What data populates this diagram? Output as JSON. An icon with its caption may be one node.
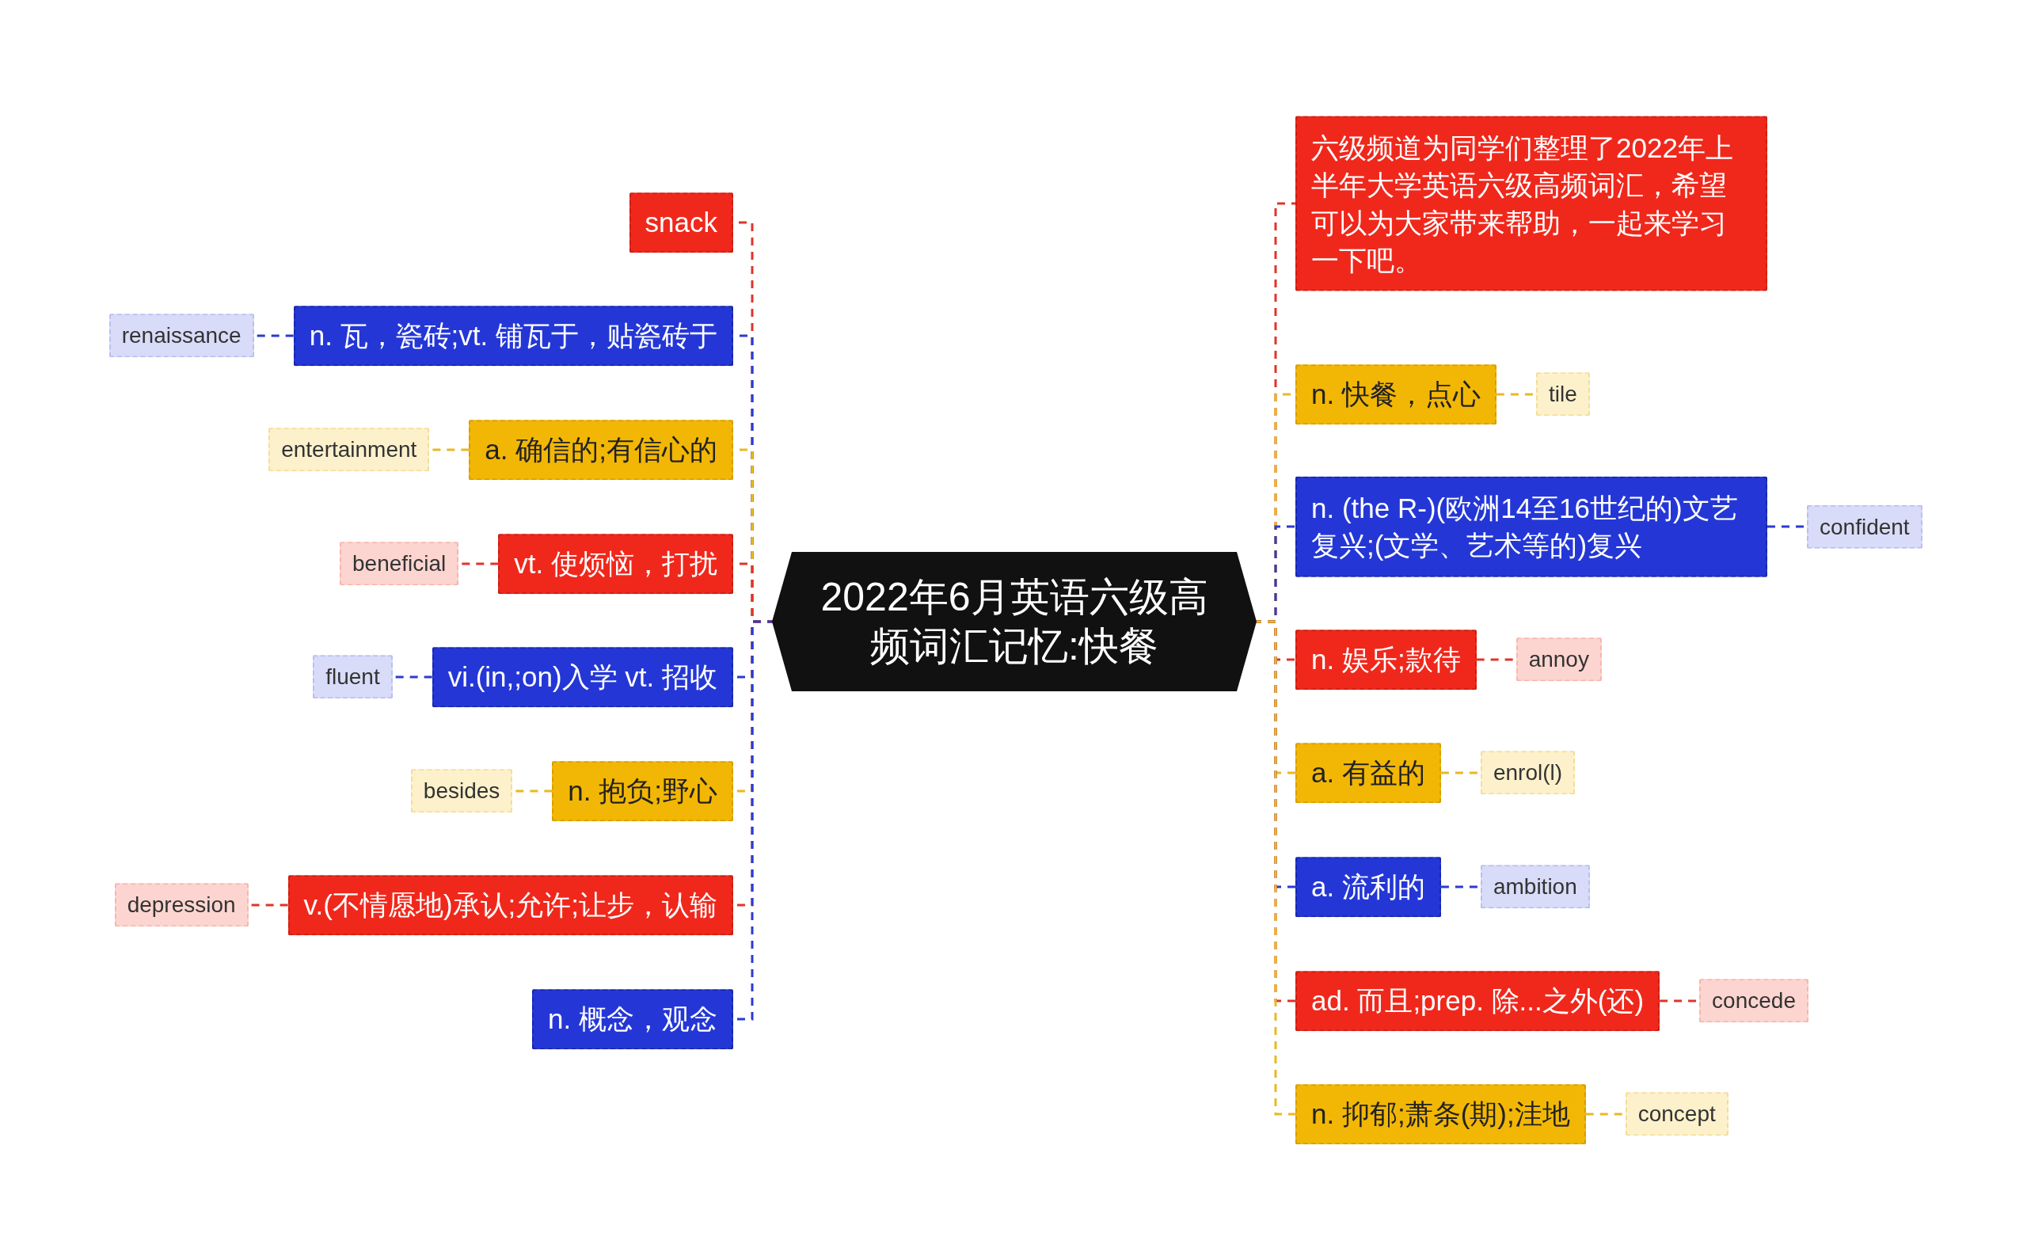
{
  "diagram": {
    "nodes": [
      {
        "text": [
          "2022年6月英语六级高频词汇记忆:快餐"
        ]
      },
      {
        "text": [
          "snack"
        ]
      },
      {
        "text": [
          "n. 瓦，瓷砖;vt. 铺瓦于，贴瓷砖于"
        ]
      },
      {
        "text": [
          "renaissance"
        ]
      },
      {
        "text": [
          "a. 确信的;有信心的"
        ]
      },
      {
        "text": [
          "entertainment"
        ]
      },
      {
        "text": [
          "vt. 使烦恼，打扰"
        ]
      },
      {
        "text": [
          "beneficial"
        ]
      },
      {
        "text": [
          "vi.(in,;on)入学 vt. 招收"
        ]
      },
      {
        "text": [
          "fluent"
        ]
      },
      {
        "text": [
          "n. 抱负;野心"
        ]
      },
      {
        "text": [
          "besides"
        ]
      },
      {
        "text": [
          "v.(不情愿地)承认;允许;让步，认输"
        ]
      },
      {
        "text": [
          "depression"
        ]
      },
      {
        "text": [
          "n. 概念，观念"
        ]
      },
      {
        "text": [
          "六级频道为同学们整理了2022年上半年大学英语六级高频词汇，希望可以为大家带来帮助，一起来学习一下吧。"
        ]
      },
      {
        "text": [
          "n. 快餐，点心"
        ]
      },
      {
        "text": [
          "tile"
        ]
      },
      {
        "text": [
          "n. (the R-)(欧洲14至16世纪的)文艺复兴;(文学、艺术等的)复兴"
        ]
      },
      {
        "text": [
          "confident"
        ]
      },
      {
        "text": [
          "n. 娱乐;款待"
        ]
      },
      {
        "text": [
          "annoy"
        ]
      },
      {
        "text": [
          "a. 有益的"
        ]
      },
      {
        "text": [
          "enrol(l)"
        ]
      },
      {
        "text": [
          "a. 流利的"
        ]
      },
      {
        "text": [
          "ambition"
        ]
      },
      {
        "text": [
          "ad. 而且;prep. 除...之外(还)"
        ]
      },
      {
        "text": [
          "concede"
        ]
      },
      {
        "text": [
          "n. 抑郁;萧条(期);洼地"
        ]
      },
      {
        "text": [
          "concept"
        ]
      }
    ],
    "edges": [
      {
        "from": 0,
        "to": 1,
        "arrow": "none",
        "style": "dashed",
        "color": "#e0342a"
      },
      {
        "from": 0,
        "to": 2,
        "arrow": "none",
        "style": "dashed",
        "color": "#2b3bd0"
      },
      {
        "from": 2,
        "to": 3,
        "arrow": "none",
        "style": "dashed",
        "color": "#2b3bd0"
      },
      {
        "from": 0,
        "to": 4,
        "arrow": "none",
        "style": "dashed",
        "color": "#e8b923"
      },
      {
        "from": 4,
        "to": 5,
        "arrow": "none",
        "style": "dashed",
        "color": "#e8b923"
      },
      {
        "from": 0,
        "to": 6,
        "arrow": "none",
        "style": "dashed",
        "color": "#e0342a"
      },
      {
        "from": 6,
        "to": 7,
        "arrow": "none",
        "style": "dashed",
        "color": "#e0342a"
      },
      {
        "from": 0,
        "to": 8,
        "arrow": "none",
        "style": "dashed",
        "color": "#2b3bd0"
      },
      {
        "from": 8,
        "to": 9,
        "arrow": "none",
        "style": "dashed",
        "color": "#2b3bd0"
      },
      {
        "from": 0,
        "to": 10,
        "arrow": "none",
        "style": "dashed",
        "color": "#e8b923"
      },
      {
        "from": 10,
        "to": 11,
        "arrow": "none",
        "style": "dashed",
        "color": "#e8b923"
      },
      {
        "from": 0,
        "to": 12,
        "arrow": "none",
        "style": "dashed",
        "color": "#e0342a"
      },
      {
        "from": 12,
        "to": 13,
        "arrow": "none",
        "style": "dashed",
        "color": "#e0342a"
      },
      {
        "from": 0,
        "to": 14,
        "arrow": "none",
        "style": "dashed",
        "color": "#2b3bd0"
      },
      {
        "from": 0,
        "to": 15,
        "arrow": "none",
        "style": "dashed",
        "color": "#e0342a"
      },
      {
        "from": 0,
        "to": 16,
        "arrow": "none",
        "style": "dashed",
        "color": "#e8b923"
      },
      {
        "from": 16,
        "to": 17,
        "arrow": "none",
        "style": "dashed",
        "color": "#e8b923"
      },
      {
        "from": 0,
        "to": 18,
        "arrow": "none",
        "style": "dashed",
        "color": "#2b3bd0"
      },
      {
        "from": 18,
        "to": 19,
        "arrow": "none",
        "style": "dashed",
        "color": "#2b3bd0"
      },
      {
        "from": 0,
        "to": 20,
        "arrow": "none",
        "style": "dashed",
        "color": "#e0342a"
      },
      {
        "from": 20,
        "to": 21,
        "arrow": "none",
        "style": "dashed",
        "color": "#e0342a"
      },
      {
        "from": 0,
        "to": 22,
        "arrow": "none",
        "style": "dashed",
        "color": "#e8b923"
      },
      {
        "from": 22,
        "to": 23,
        "arrow": "none",
        "style": "dashed",
        "color": "#e8b923"
      },
      {
        "from": 0,
        "to": 24,
        "arrow": "none",
        "style": "dashed",
        "color": "#2b3bd0"
      },
      {
        "from": 24,
        "to": 25,
        "arrow": "none",
        "style": "dashed",
        "color": "#2b3bd0"
      },
      {
        "from": 0,
        "to": 26,
        "arrow": "none",
        "style": "dashed",
        "color": "#e0342a"
      },
      {
        "from": 26,
        "to": 27,
        "arrow": "none",
        "style": "dashed",
        "color": "#e0342a"
      },
      {
        "from": 0,
        "to": 28,
        "arrow": "none",
        "style": "dashed",
        "color": "#e8b923"
      },
      {
        "from": 28,
        "to": 29,
        "arrow": "none",
        "style": "dashed",
        "color": "#e8b923"
      }
    ]
  }
}
